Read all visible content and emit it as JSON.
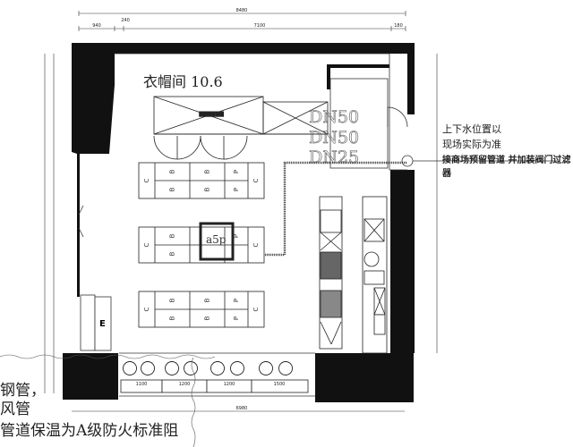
{
  "dimensions": {
    "top_total": "8480",
    "top_segments": [
      "940",
      "240",
      "7100",
      "180"
    ],
    "bottom_total": "6980",
    "bench_segments": [
      "1100",
      "1200",
      "1200",
      "1500"
    ]
  },
  "room": {
    "label": "衣帽间 10.6"
  },
  "pipes": [
    "DN50",
    "DN50",
    "DN25"
  ],
  "annotations": {
    "water_note_line1": "上下水位置以",
    "water_note_line2": "现场实际为准",
    "connection_note": "接商场预留管道 并加装阀门过滤器",
    "center_tag": "a5p"
  },
  "tables": [
    {
      "ends": [
        "C",
        "C"
      ],
      "top": [
        "B",
        "B",
        "P"
      ],
      "bottom": [
        "B",
        "B",
        "P"
      ]
    },
    {
      "ends": [
        "C",
        "C"
      ],
      "top": [
        "B",
        "",
        "P"
      ],
      "bottom": [
        "B",
        "",
        ""
      ]
    },
    {
      "ends": [
        "C",
        "C"
      ],
      "top": [
        "B",
        "B",
        "P"
      ],
      "bottom": [
        "B",
        "B",
        "P"
      ]
    }
  ],
  "legend_notes": [
    "钢管，",
    "风管",
    "管道保温为A级防火标准阻"
  ],
  "colors": {
    "wall": "#111111",
    "line": "#333333",
    "pipe_dashed": "#555555"
  }
}
